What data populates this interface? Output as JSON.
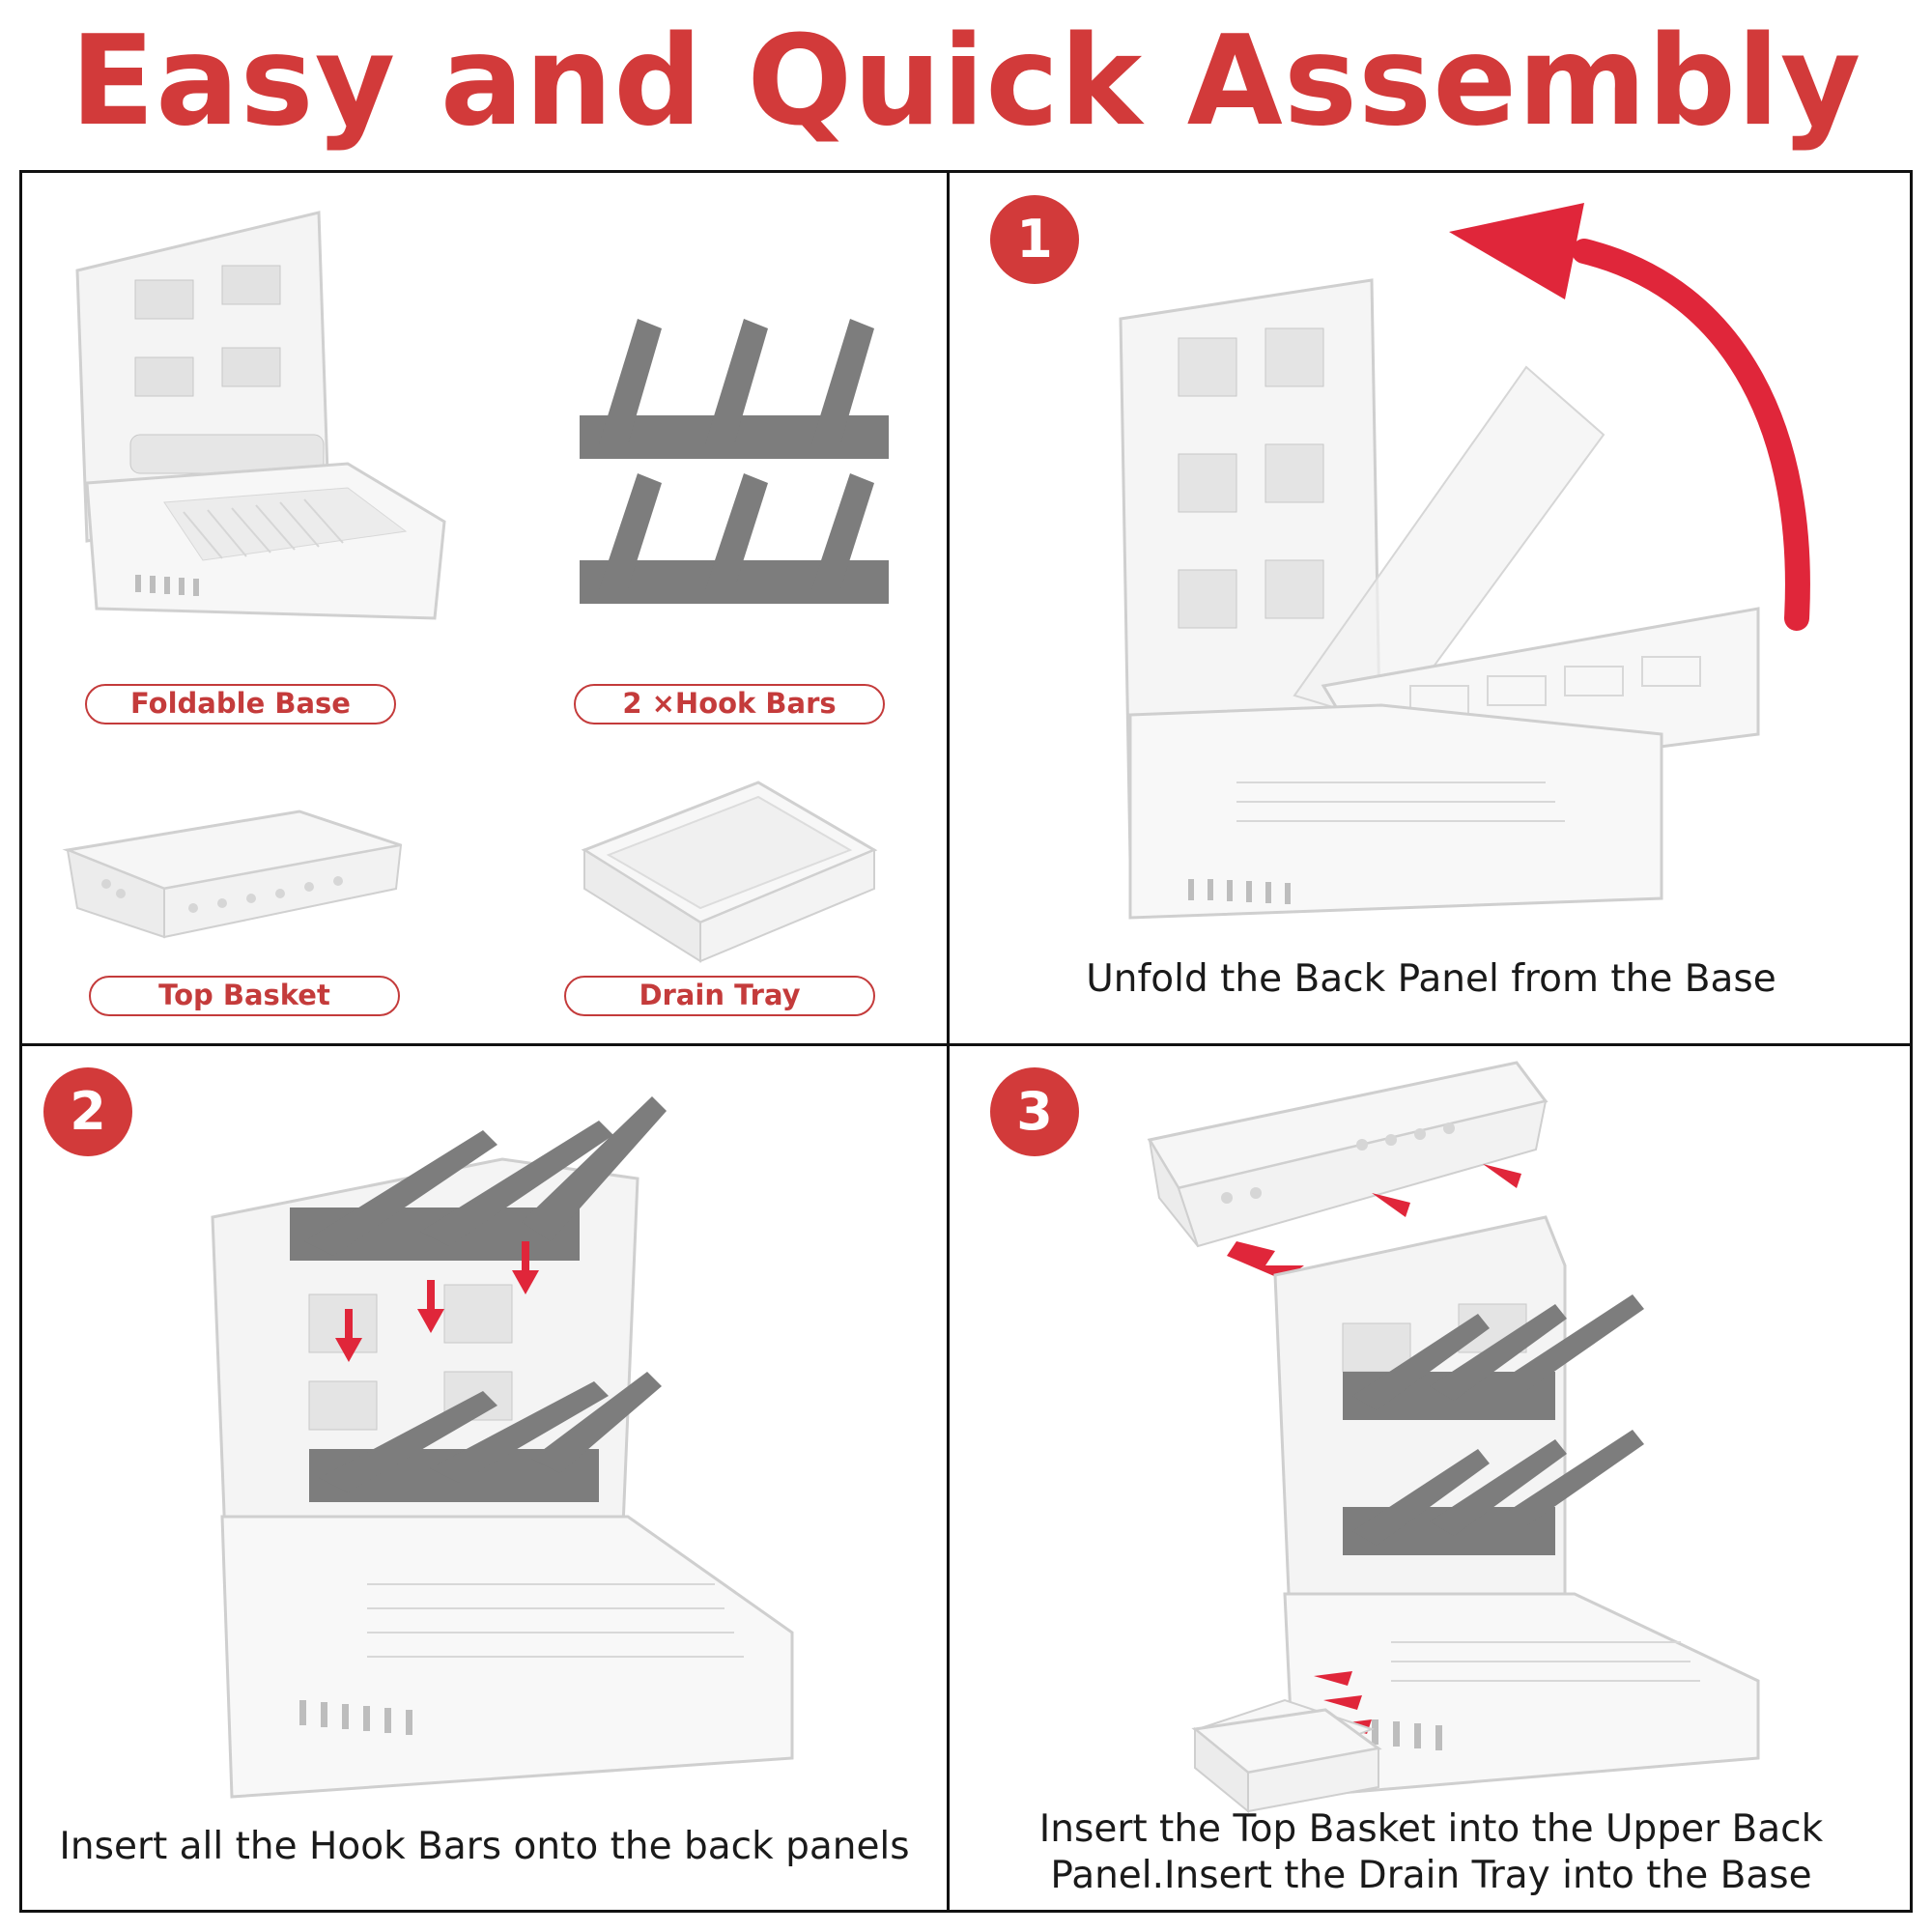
{
  "title": "Easy and Quick Assembly",
  "parts": {
    "foldable_base": "Foldable Base",
    "hook_bars": "2 ×Hook Bars",
    "top_basket": "Top Basket",
    "drain_tray": "Drain Tray"
  },
  "steps": [
    {
      "number": "1",
      "caption": "Unfold the Back Panel from the Base"
    },
    {
      "number": "2",
      "caption": "Insert all the Hook Bars onto the back panels"
    },
    {
      "number": "3",
      "caption_line1": "Insert the Top Basket into the Upper Back",
      "caption_line2": "Panel.Insert the Drain Tray into the Base"
    }
  ],
  "colors": {
    "accent": "#d23a3a",
    "hook_gray": "#7d7d7d",
    "product_white": "#f2f2f2"
  }
}
